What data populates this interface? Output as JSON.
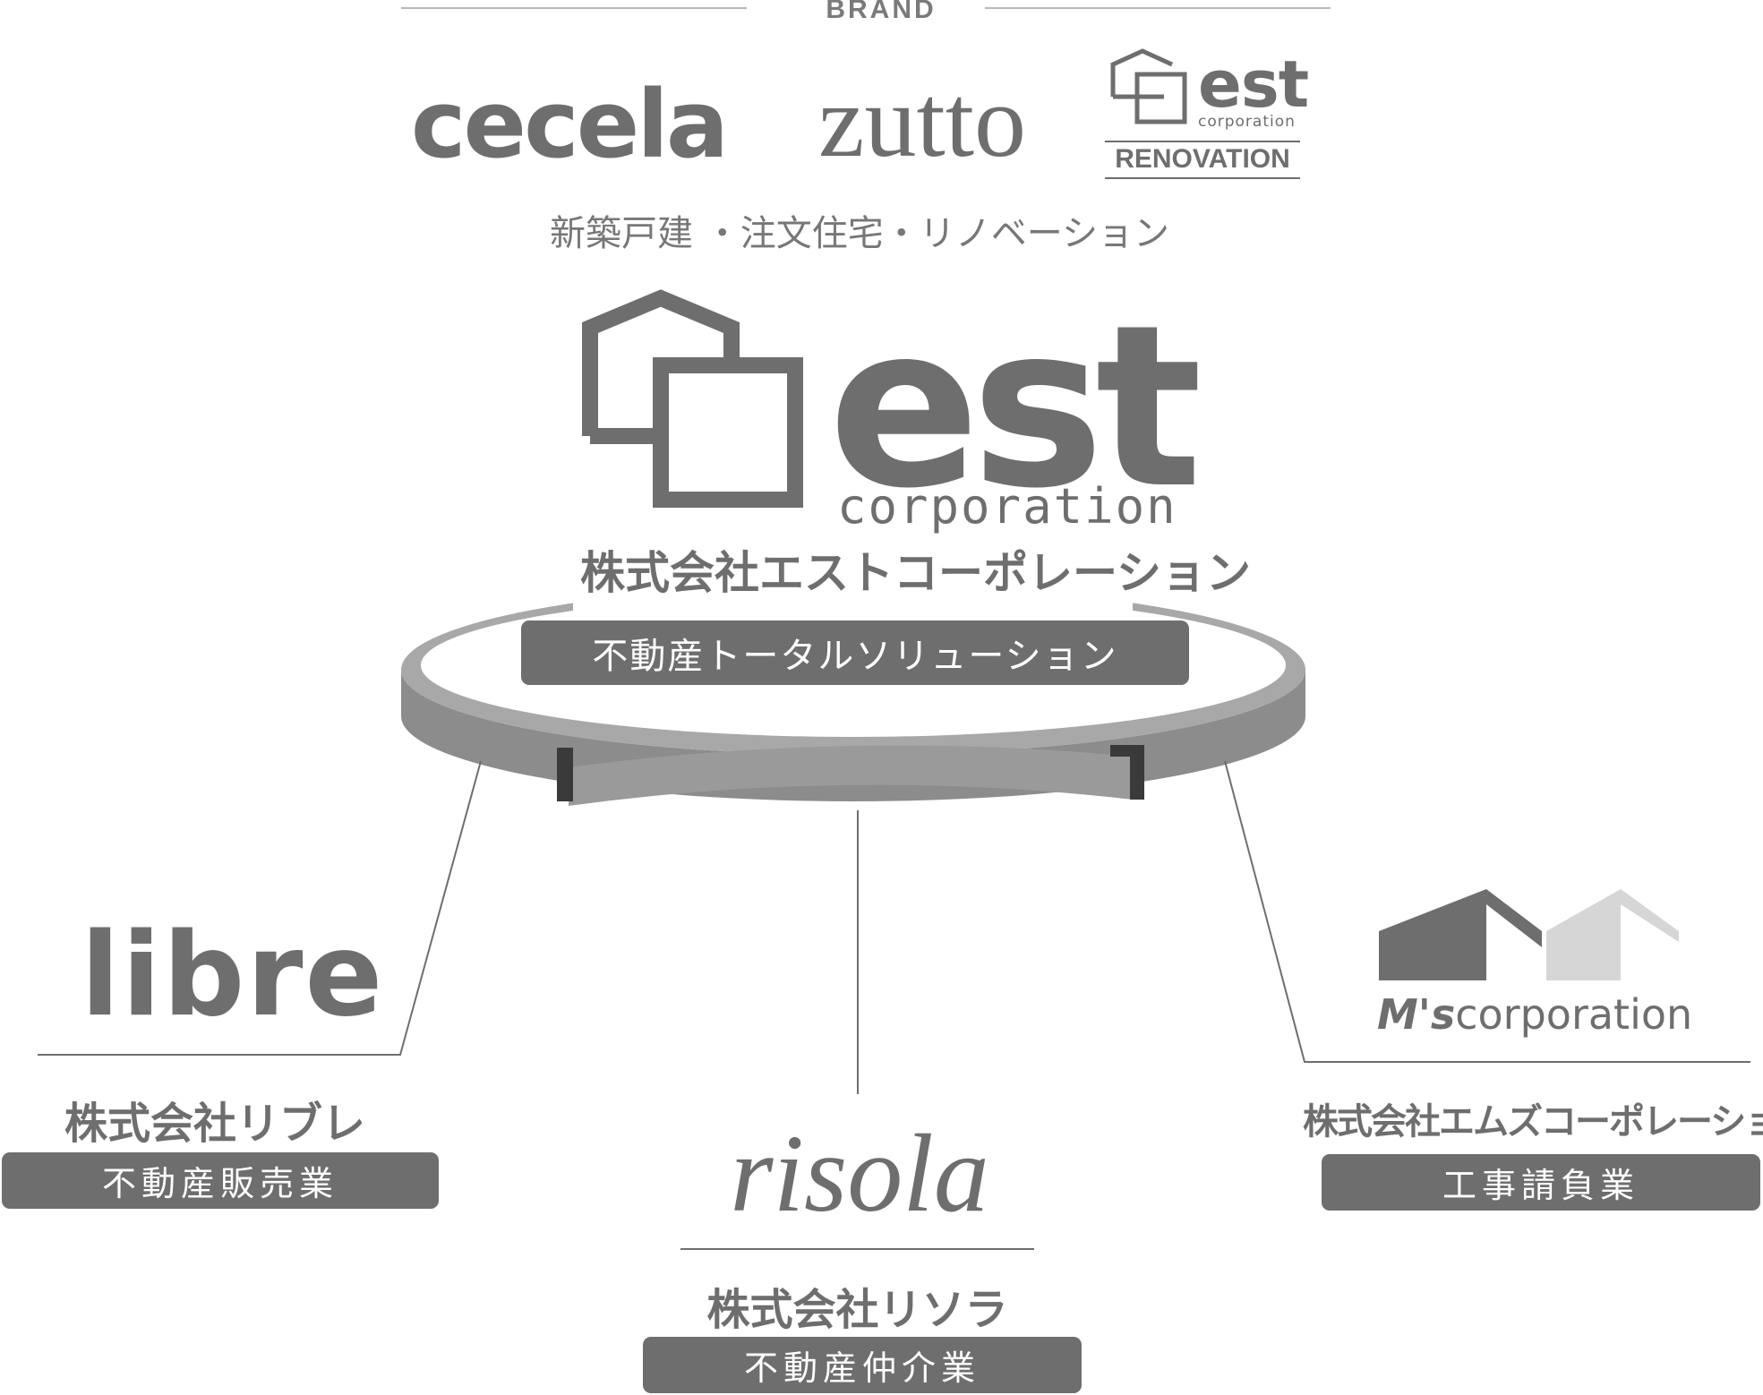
{
  "brand": {
    "heading": "BRAND",
    "items": [
      "cecela",
      "zutto"
    ],
    "est_renovation": {
      "word": "est",
      "sub": "corporation",
      "label": "RENOVATION"
    },
    "caption": "新築戸建 ・注文住宅・リノベーション"
  },
  "parent": {
    "logo_word": "est",
    "logo_sub": "corporation",
    "name": "株式会社エストコーポレーション",
    "role": "不動産トータルソリューション"
  },
  "subsidiaries": {
    "libre": {
      "logo": "libre",
      "name": "株式会社リブレ",
      "role": "不動産販売業"
    },
    "risola": {
      "logo": "risola",
      "name": "株式会社リソラ",
      "role": "不動産仲介業"
    },
    "ms": {
      "logo_prefix": "M's",
      "logo_suffix": "corporation",
      "name": "株式会社エムズコーポレーション",
      "role": "工事請負業"
    }
  },
  "colors": {
    "primary": "#6e6e6e",
    "ring_light": "#a8a8a8",
    "ring_dark": "#8c8c8c",
    "light_roof": "#d6d6d6",
    "divider": "#b8b8b8"
  },
  "icons": [
    "house-squares-logo-icon",
    "ms-houses-logo-icon"
  ]
}
